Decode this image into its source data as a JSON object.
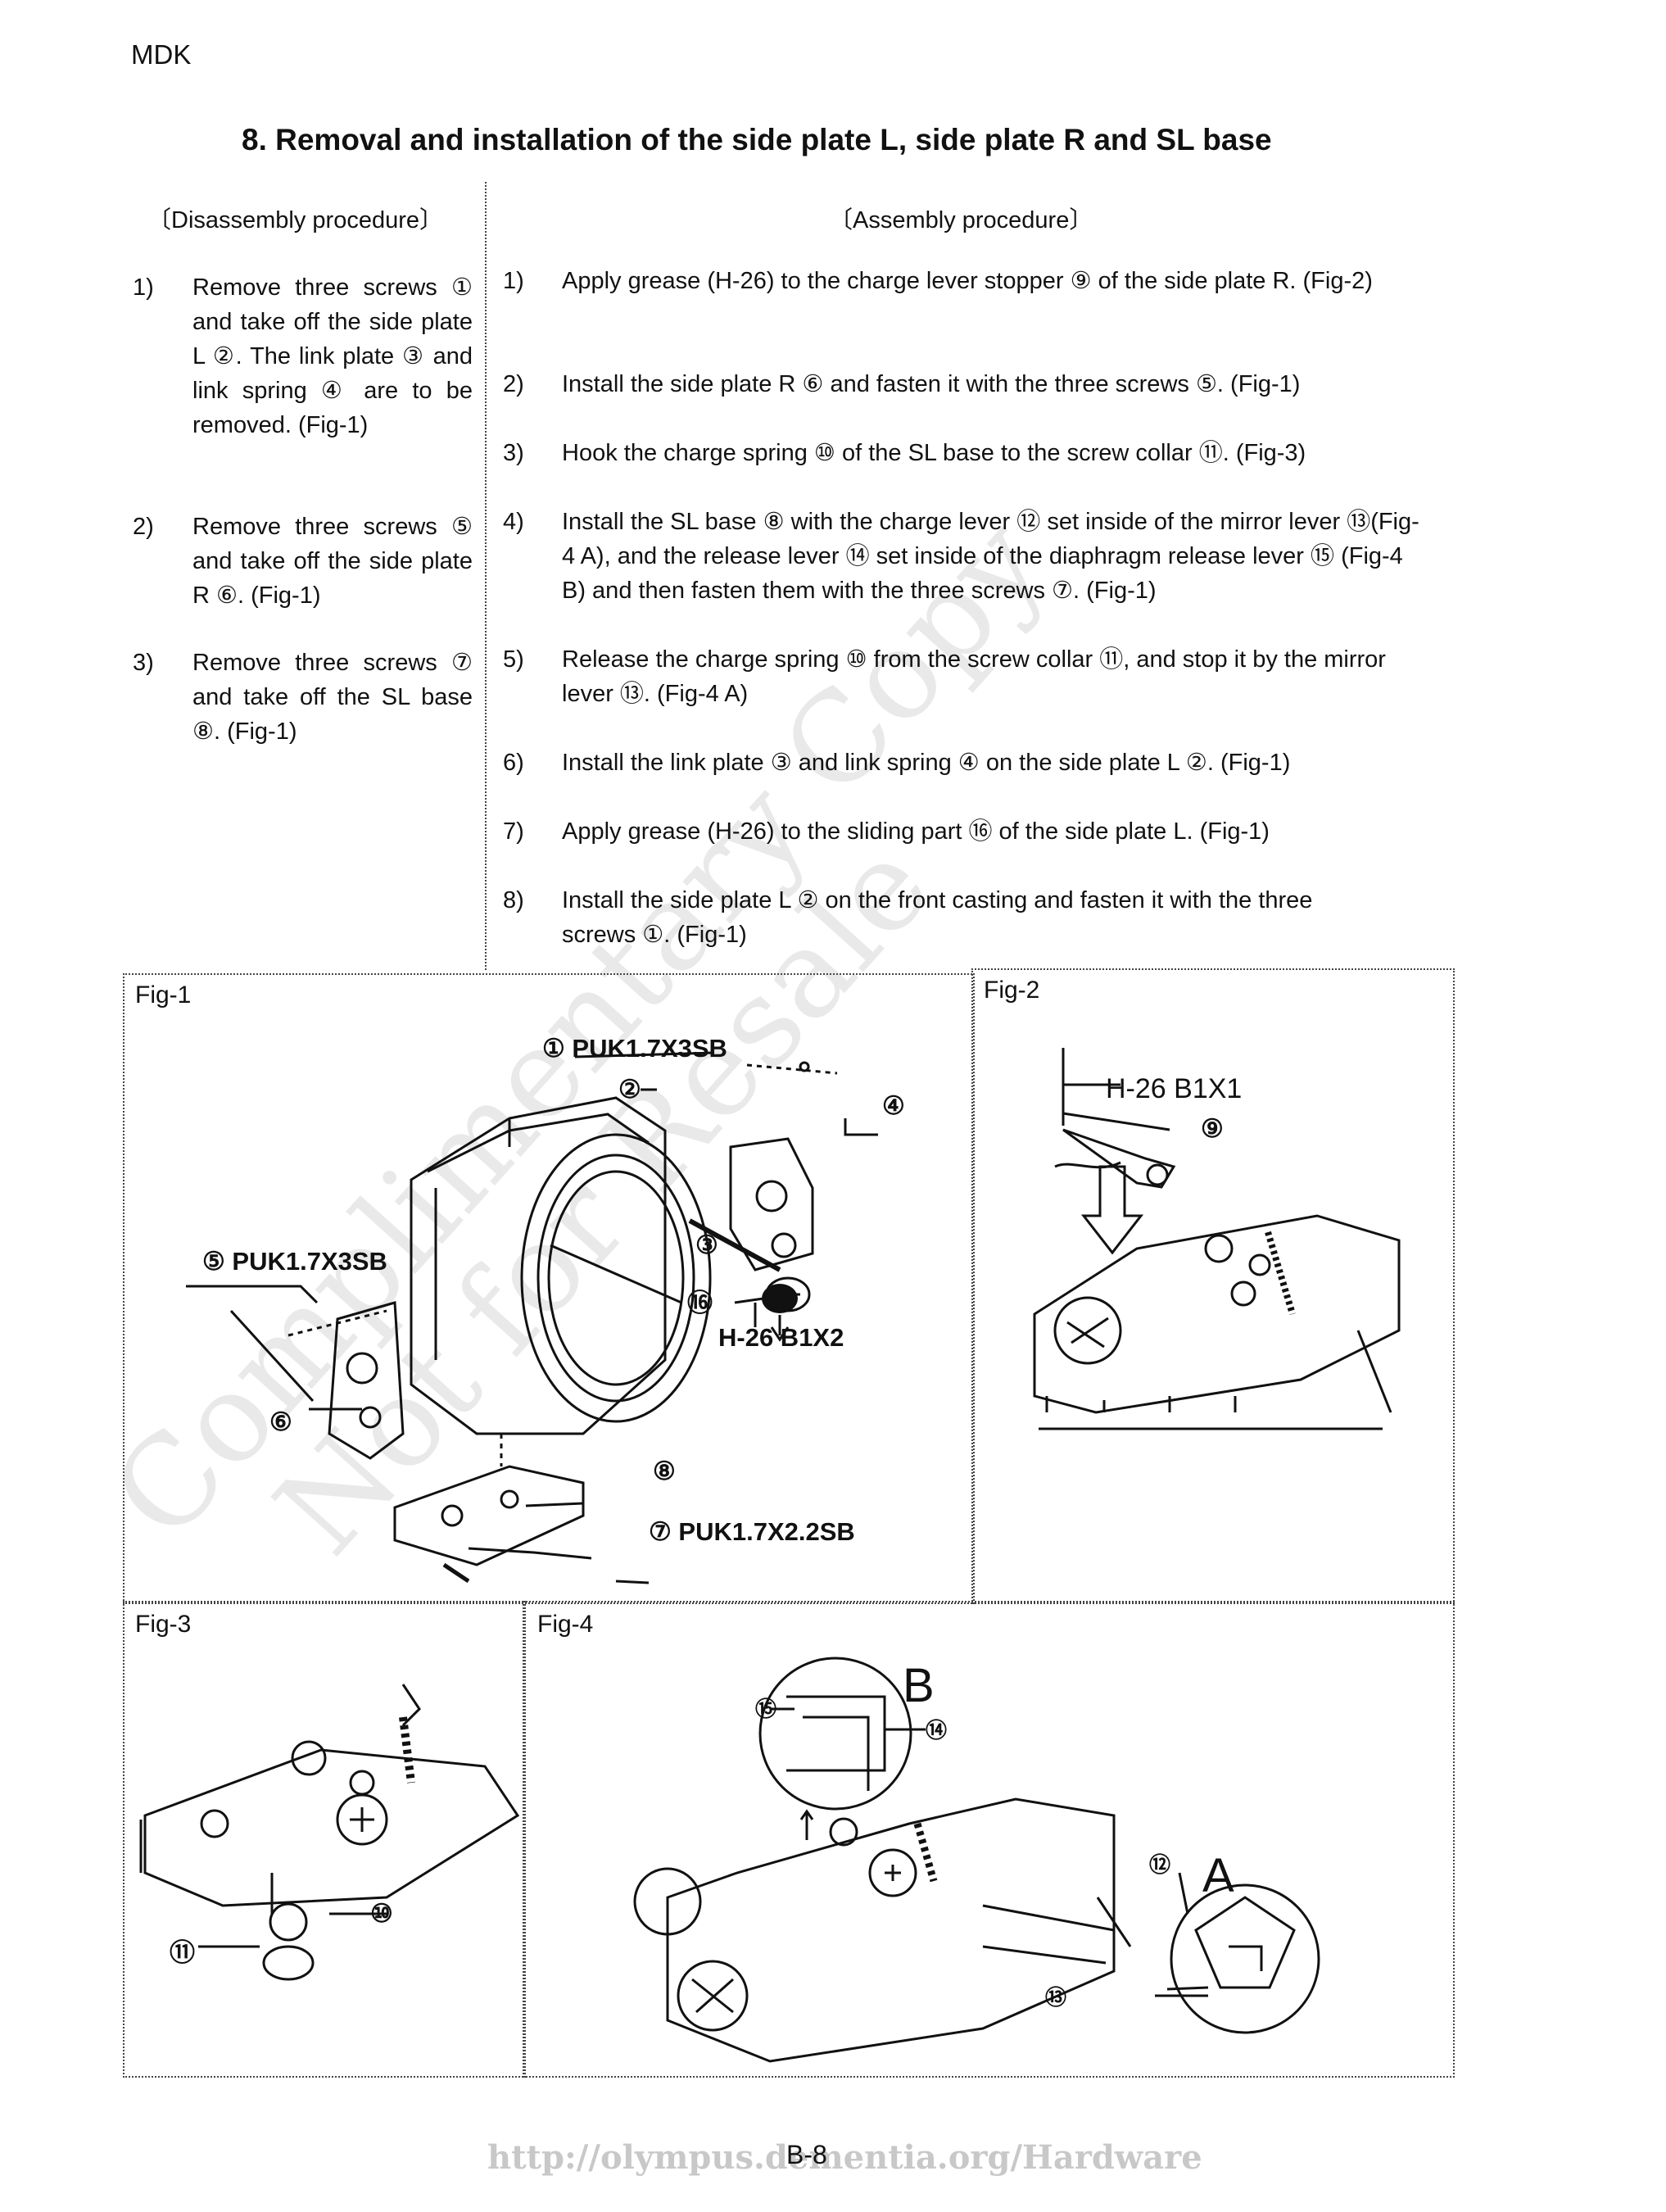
{
  "header": {
    "doc_code": "MDK"
  },
  "section_title": "8. Removal and installation of the side plate L, side plate R and SL base",
  "disassembly": {
    "heading": "〔Disassembly procedure〕",
    "steps": [
      {
        "num": "1)",
        "text": "Remove three screws ① and take off the side plate L ②. The link plate ③ and link spring ④ are to be removed. (Fig-1)"
      },
      {
        "num": "2)",
        "text": "Remove three screws ⑤ and take off the side plate R ⑥. (Fig-1)"
      },
      {
        "num": "3)",
        "text": "Remove three screws ⑦ and take off the SL base ⑧. (Fig-1)"
      }
    ]
  },
  "assembly": {
    "heading": "〔Assembly procedure〕",
    "steps": [
      {
        "num": "1)",
        "text": "Apply grease (H-26) to the charge lever stopper ⑨ of the side plate R. (Fig-2)"
      },
      {
        "num": "2)",
        "text": "Install the side plate R ⑥ and fasten it with the three screws ⑤. (Fig-1)"
      },
      {
        "num": "3)",
        "text": "Hook the charge spring ⑩ of the SL base to the screw collar ⑪. (Fig-3)"
      },
      {
        "num": "4)",
        "text": "Install the SL base ⑧ with the charge lever ⑫ set inside of the mirror lever ⑬(Fig-4 A), and the release lever ⑭ set inside of the diaphragm release lever ⑮ (Fig-4 B) and then fasten them with the three screws ⑦. (Fig-1)"
      },
      {
        "num": "5)",
        "text": "Release the charge spring ⑩ from the screw collar ⑪, and stop it by the mirror lever ⑬. (Fig-4 A)"
      },
      {
        "num": "6)",
        "text": "Install the link plate ③ and link spring ④ on the side plate L ②. (Fig-1)"
      },
      {
        "num": "7)",
        "text": "Apply grease (H-26) to the sliding part ⑯ of the side plate L. (Fig-1)"
      },
      {
        "num": "8)",
        "text": "Install the side plate L ② on the front casting and fasten it with the three screws ①. (Fig-1)"
      }
    ]
  },
  "figures": {
    "fig1": {
      "label": "Fig-1",
      "callouts": {
        "screw1": "① PUK1.7X3SB",
        "screw5": "⑤ PUK1.7X3SB",
        "screw7": "⑦ PUK1.7X2.2SB",
        "grease": "H-26 B1X2",
        "n2": "②",
        "n3": "③",
        "n4": "④",
        "n6": "⑥",
        "n8": "⑧",
        "n16": "⑯"
      }
    },
    "fig2": {
      "label": "Fig-2",
      "grease": "H-26 B1X1",
      "n9": "⑨"
    },
    "fig3": {
      "label": "Fig-3",
      "n10": "⑩",
      "n11": "⑪"
    },
    "fig4": {
      "label": "Fig-4",
      "letter_a": "A",
      "letter_b": "B",
      "n12": "⑫",
      "n13": "⑬",
      "n14": "⑭",
      "n15": "⑮"
    }
  },
  "footer": {
    "url_text": "http://olympus.dementia.org/Hardware",
    "page_number": "B-8"
  },
  "watermark": {
    "line1": "Complimentary Copy",
    "line2": "Not for Resale"
  }
}
